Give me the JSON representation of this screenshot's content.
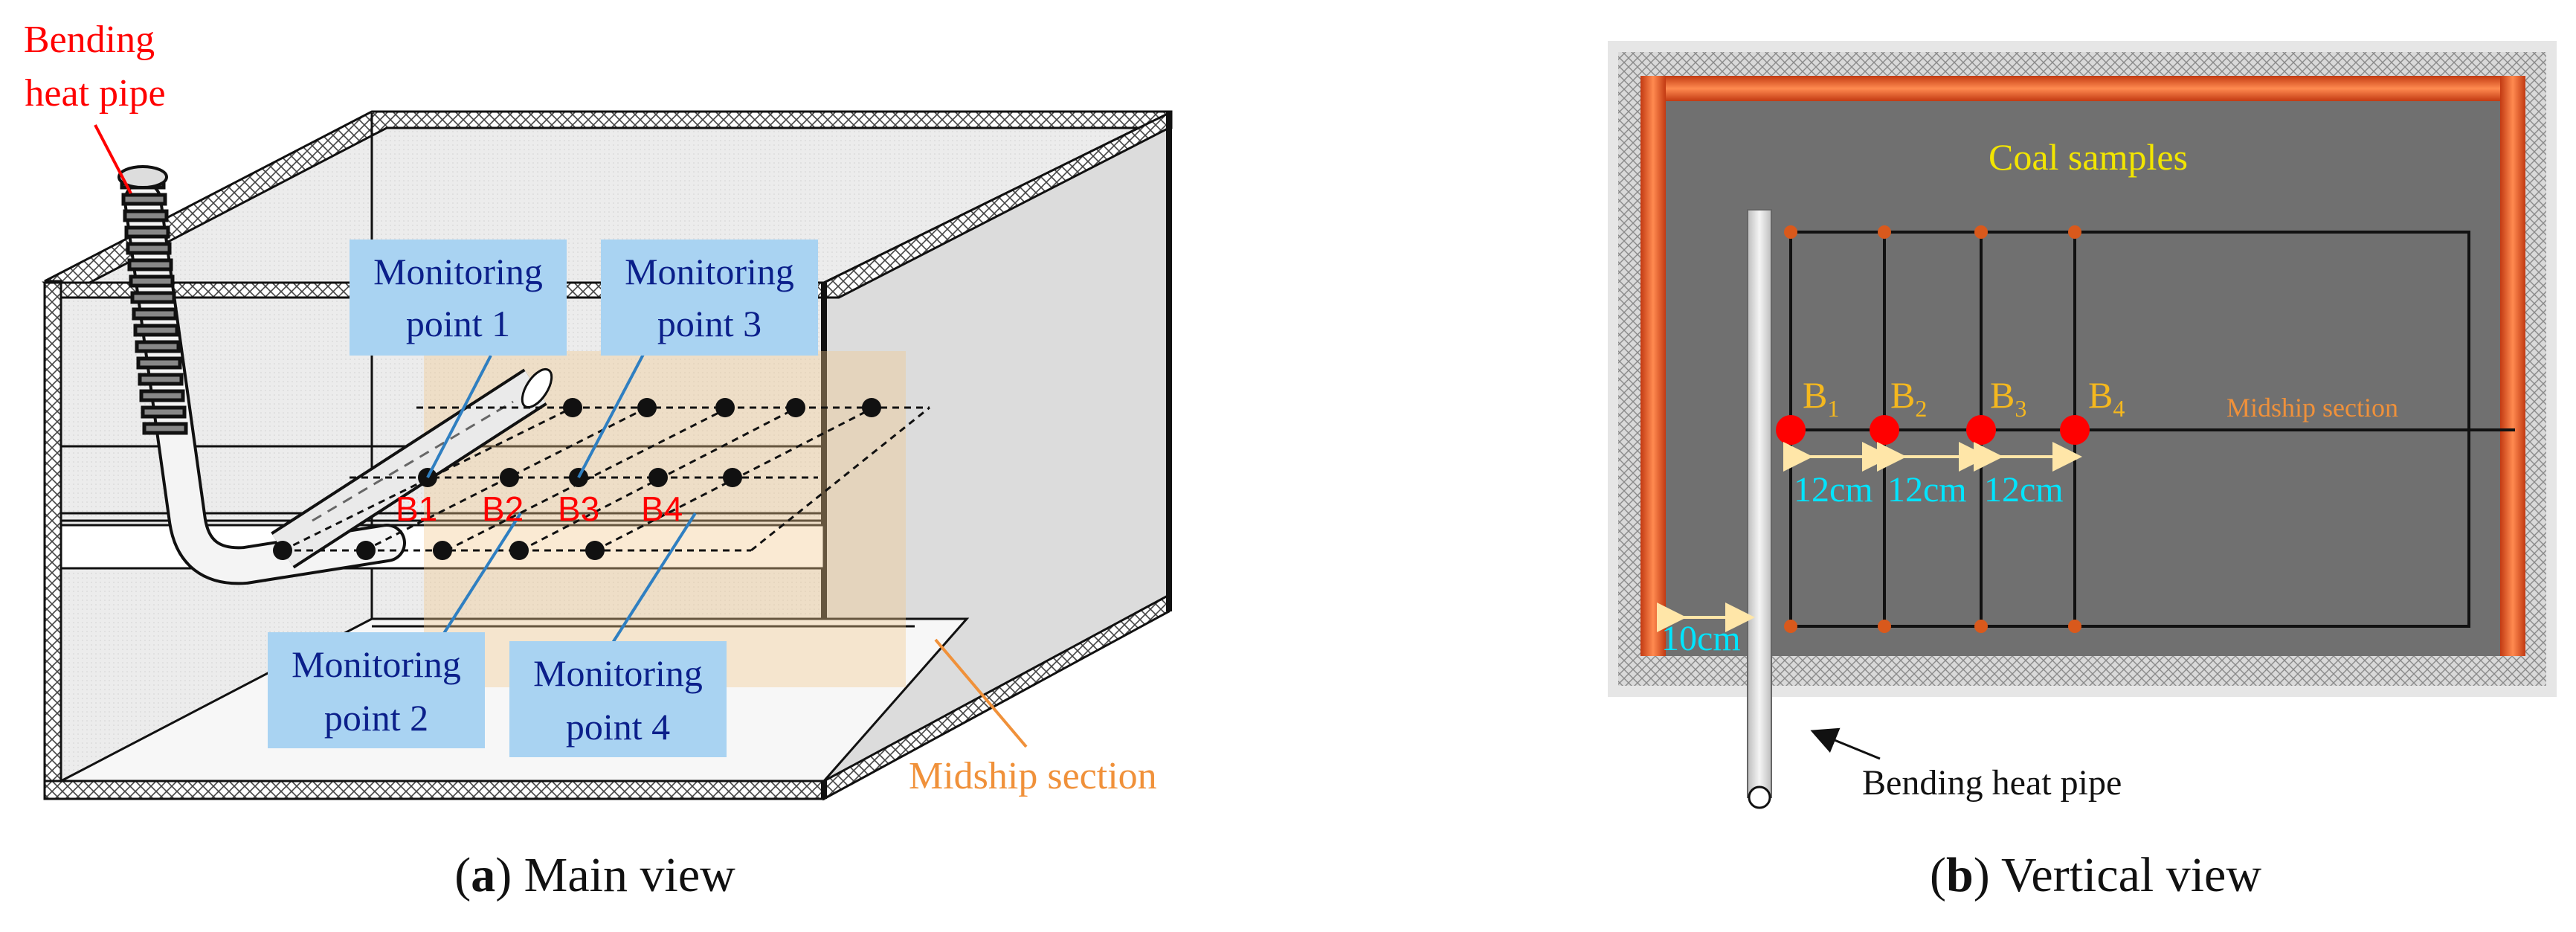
{
  "panel_a": {
    "pipe_label_line1": "Bending",
    "pipe_label_line2": "heat pipe",
    "boxes": [
      {
        "line1": "Monitoring",
        "line2": "point 1"
      },
      {
        "line1": "Monitoring",
        "line2": "point 3"
      },
      {
        "line1": "Monitoring",
        "line2": "point 2"
      },
      {
        "line1": "Monitoring",
        "line2": "point 4"
      }
    ],
    "points": [
      "B1",
      "B2",
      "B3",
      "B4"
    ],
    "section_label": "Midship section",
    "caption_letter": "a",
    "caption_text": " Main view"
  },
  "panel_b": {
    "title": "Coal samples",
    "points": [
      {
        "base": "B",
        "sub": "1"
      },
      {
        "base": "B",
        "sub": "2"
      },
      {
        "base": "B",
        "sub": "3"
      },
      {
        "base": "B",
        "sub": "4"
      }
    ],
    "section_label": "Midship section",
    "spacings": [
      "12cm",
      "12cm",
      "12cm"
    ],
    "wall_gap": "10cm",
    "pipe_label": "Bending heat pipe",
    "caption_letter": "b",
    "caption_text": " Vertical view"
  },
  "colors": {
    "red_label": "#ff0000",
    "box_fill": "#a9d3f2",
    "box_text": "#0b1f8a",
    "leader_blue": "#2f7fc1",
    "section_orange": "#f0913a",
    "coal_gray": "#707070",
    "heater_orange": "#e0541c",
    "yellow_text": "#f2e500",
    "cyan_text": "#00e5ff",
    "point_label": "#f5b81e"
  }
}
